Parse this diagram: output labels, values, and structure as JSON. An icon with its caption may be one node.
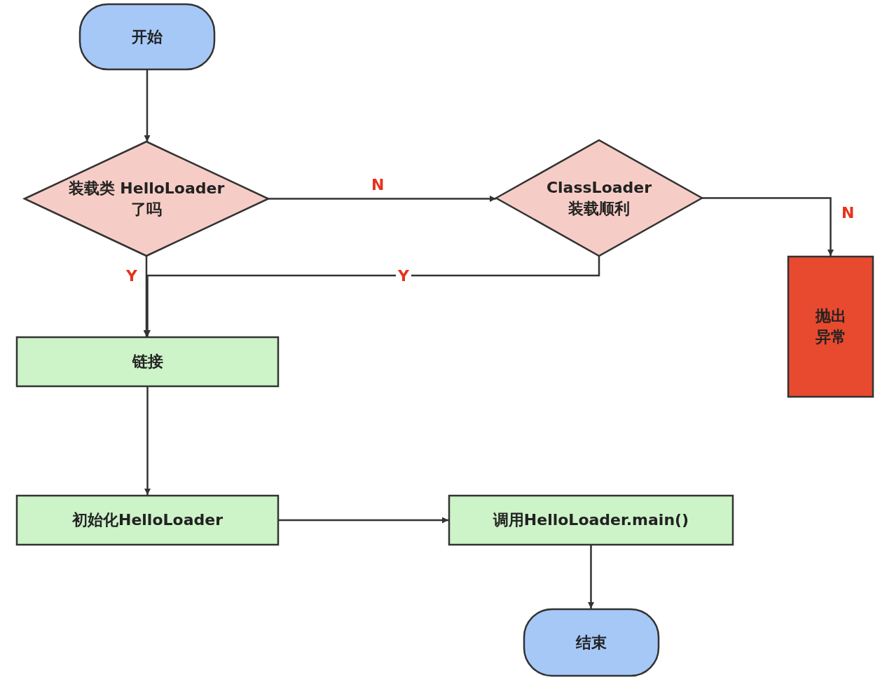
{
  "diagram": {
    "nodes": [
      {
        "text": [
          "开始"
        ]
      },
      {
        "text": [
          "装载类 HelloLoader了吗"
        ]
      },
      {
        "text": [
          "ClassLoader 装载顺利"
        ]
      },
      {
        "text": [
          "抛出异常"
        ]
      },
      {
        "text": [
          "链接"
        ]
      },
      {
        "text": [
          "初始化HelloLoader"
        ]
      },
      {
        "text": [
          "调用HelloLoader.main()"
        ]
      },
      {
        "text": [
          "结束"
        ]
      }
    ],
    "edges": [
      {
        "from": 0,
        "to": 1,
        "arrow": "to"
      },
      {
        "from": 1,
        "to": 2,
        "arrow": "to",
        "label": "N"
      },
      {
        "from": 2,
        "to": 3,
        "arrow": "to",
        "label": "N"
      },
      {
        "from": 1,
        "to": 4,
        "arrow": "to",
        "label": "Y"
      },
      {
        "from": 2,
        "to": 4,
        "arrow": "to",
        "label": "Y"
      },
      {
        "from": 4,
        "to": 5,
        "arrow": "to"
      },
      {
        "from": 5,
        "to": 6,
        "arrow": "to"
      },
      {
        "from": 6,
        "to": 7,
        "arrow": "to"
      }
    ]
  }
}
